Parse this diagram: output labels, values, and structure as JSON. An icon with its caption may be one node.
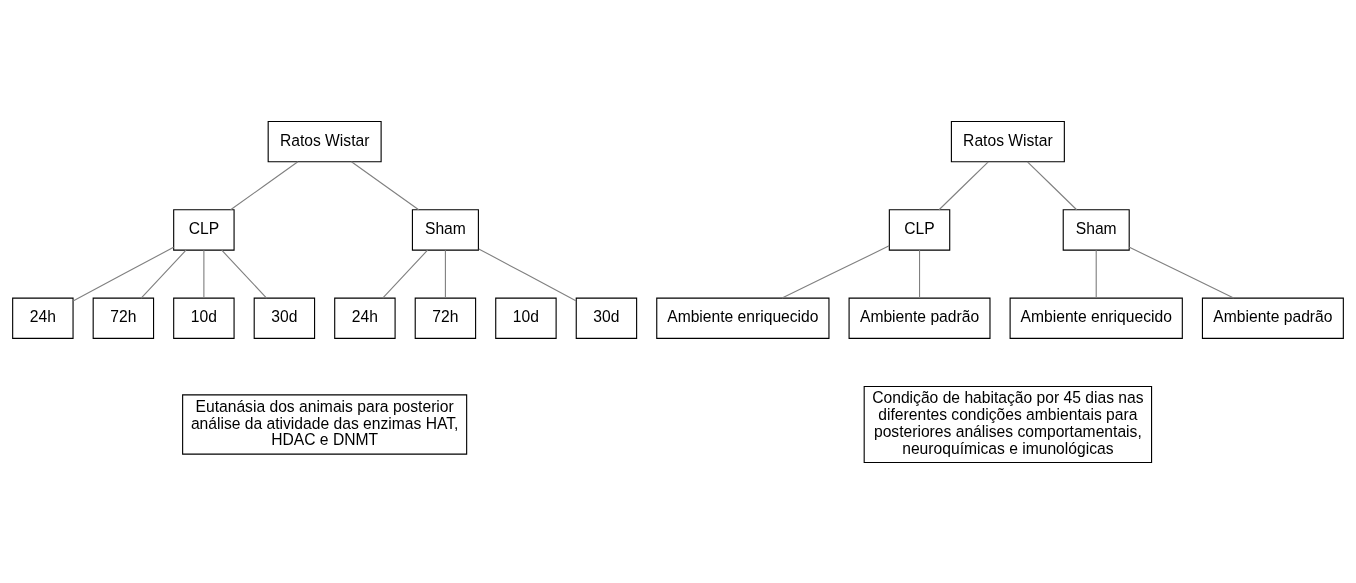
{
  "diagram": {
    "nodes": [
      {
        "text": [
          "Ratos Wistar"
        ]
      },
      {
        "text": [
          "CLP"
        ]
      },
      {
        "text": [
          "Sham"
        ]
      },
      {
        "text": [
          "24h"
        ]
      },
      {
        "text": [
          "72h"
        ]
      },
      {
        "text": [
          "10d"
        ]
      },
      {
        "text": [
          "30d"
        ]
      },
      {
        "text": [
          "24h"
        ]
      },
      {
        "text": [
          "72h"
        ]
      },
      {
        "text": [
          "10d"
        ]
      },
      {
        "text": [
          "30d"
        ]
      },
      {
        "text": [
          "Eutanásia dos animais para posterior análise da atividade das enzimas HAT, HDAC e DNMT"
        ]
      },
      {
        "text": [
          "Ratos Wistar"
        ]
      },
      {
        "text": [
          "CLP"
        ]
      },
      {
        "text": [
          "Sham"
        ]
      },
      {
        "text": [
          "Ambiente enriquecido"
        ]
      },
      {
        "text": [
          "Ambiente padrão"
        ]
      },
      {
        "text": [
          "Ambiente enriquecido"
        ]
      },
      {
        "text": [
          "Ambiente padrão"
        ]
      },
      {
        "text": [
          "Condição de habitação por 45 dias nas diferentes condições ambientais para posteriores análises comportamentais, neuroquímicas e imunológicas"
        ]
      }
    ],
    "edges": [
      {
        "from": 0,
        "to": 1,
        "arrow": "none"
      },
      {
        "from": 0,
        "to": 2,
        "arrow": "none"
      },
      {
        "from": 1,
        "to": 3,
        "arrow": "none"
      },
      {
        "from": 1,
        "to": 4,
        "arrow": "none"
      },
      {
        "from": 1,
        "to": 5,
        "arrow": "none"
      },
      {
        "from": 1,
        "to": 6,
        "arrow": "none"
      },
      {
        "from": 2,
        "to": 7,
        "arrow": "none"
      },
      {
        "from": 2,
        "to": 8,
        "arrow": "none"
      },
      {
        "from": 2,
        "to": 10,
        "arrow": "none"
      },
      {
        "from": 12,
        "to": 13,
        "arrow": "none"
      },
      {
        "from": 12,
        "to": 14,
        "arrow": "none"
      },
      {
        "from": 13,
        "to": 15,
        "arrow": "none"
      },
      {
        "from": 13,
        "to": 16,
        "arrow": "none"
      },
      {
        "from": 14,
        "to": 17,
        "arrow": "none"
      },
      {
        "from": 14,
        "to": 18,
        "arrow": "none"
      }
    ]
  }
}
